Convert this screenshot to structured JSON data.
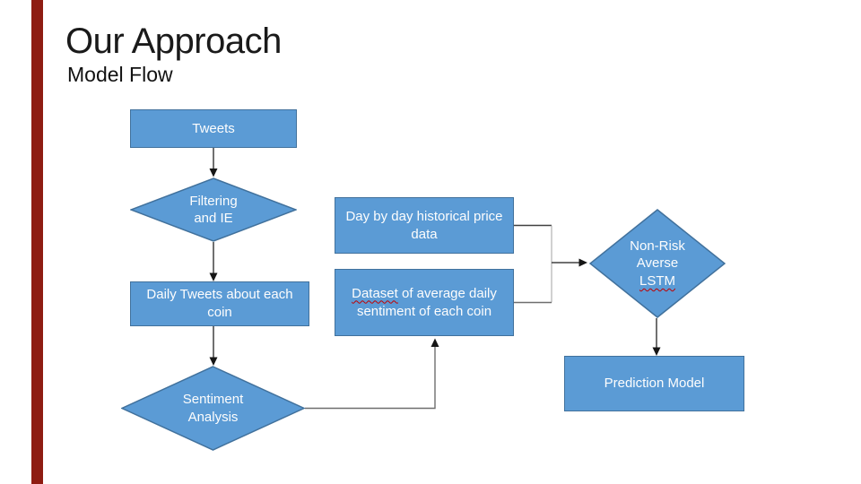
{
  "slide": {
    "title": "Our Approach",
    "subtitle": "Model Flow"
  },
  "colors": {
    "shape_fill": "#5b9bd5",
    "shape_border": "#41719c",
    "shape_text": "#fdfdfd",
    "accent_bar": "#8e1c12",
    "connector": "#404040",
    "arrowhead": "#161616",
    "spellcheck": "#c00000"
  },
  "flowchart": {
    "nodes": {
      "tweets": {
        "label": "Tweets",
        "shape": "rectangle"
      },
      "filtering": {
        "lines": [
          "Filtering",
          "and IE"
        ],
        "shape": "diamond"
      },
      "daily_tweets": {
        "lines": [
          "Daily Tweets about each",
          "coin"
        ],
        "shape": "rectangle"
      },
      "sentiment_analysis": {
        "lines": [
          "Sentiment",
          "Analysis"
        ],
        "shape": "diamond"
      },
      "price_data": {
        "lines": [
          "Day by day historical price",
          "data"
        ],
        "shape": "rectangle"
      },
      "dataset": {
        "line1_misspelled": "Dataset",
        "line1_rest": " of average daily",
        "line2": "sentiment of each coin",
        "shape": "rectangle"
      },
      "lstm": {
        "line1": "Non-Risk",
        "line2": "Averse",
        "line3_misspelled": "LSTM",
        "shape": "diamond"
      },
      "prediction": {
        "label": "Prediction Model",
        "shape": "rectangle"
      }
    },
    "edges": [
      {
        "from": "tweets",
        "to": "filtering"
      },
      {
        "from": "filtering",
        "to": "daily_tweets"
      },
      {
        "from": "daily_tweets",
        "to": "sentiment_analysis"
      },
      {
        "from": "sentiment_analysis",
        "to": "dataset"
      },
      {
        "from": "price_data",
        "to": "lstm"
      },
      {
        "from": "dataset",
        "to": "lstm"
      },
      {
        "from": "lstm",
        "to": "prediction"
      }
    ]
  }
}
